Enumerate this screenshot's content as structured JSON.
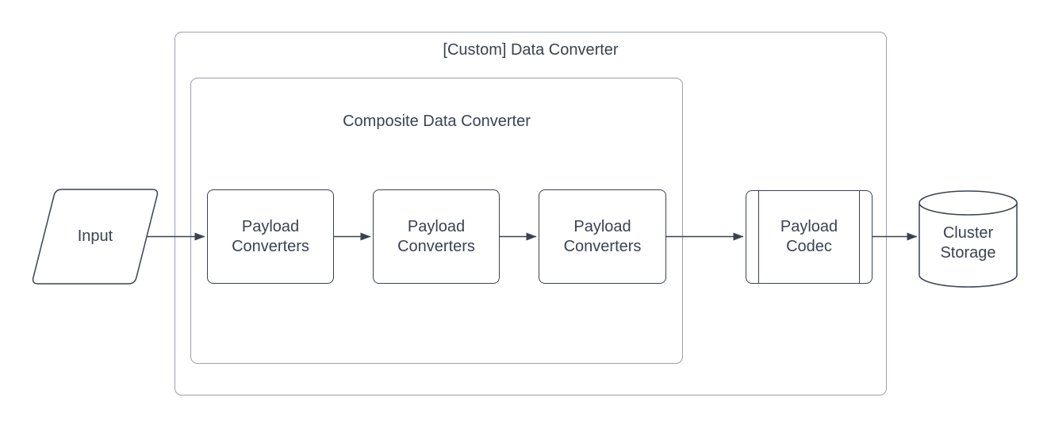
{
  "colors": {
    "background": "#ffffff",
    "ink": "#3a4252",
    "container_border": "#9aa1ab"
  },
  "diagram": {
    "outer_container_label": "[Custom] Data Converter",
    "composite_container_label": "Composite Data Converter",
    "input_label": "Input",
    "payload_converters": [
      {
        "label": "Payload Converters"
      },
      {
        "label": "Payload Converters"
      },
      {
        "label": "Payload Converters"
      }
    ],
    "payload_codec_label": "Payload Codec",
    "cluster_storage_label": "Cluster Storage"
  }
}
